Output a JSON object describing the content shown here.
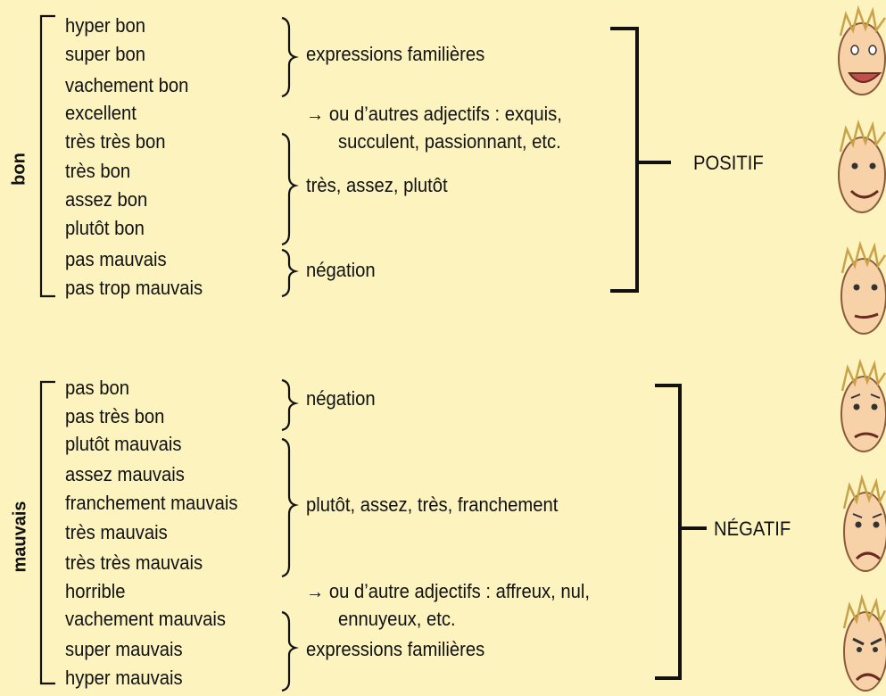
{
  "groups": {
    "bon": {
      "label": "bon",
      "items": [
        "hyper bon",
        "super bon",
        "vachement bon",
        "excellent",
        "très très bon",
        "très bon",
        "assez bon",
        "plutôt bon",
        "pas mauvais",
        "pas trop mauvais"
      ],
      "notes": {
        "familiar": "expressions familières",
        "arrow_line1": "→  ou d’autres adjectifs : exquis,",
        "arrow_line2": "succulent, passionnant, etc.",
        "adverbs": "très, assez, plutôt",
        "negation": "négation"
      },
      "result": "POSITIF"
    },
    "mauvais": {
      "label": "mauvais",
      "items": [
        "pas bon",
        "pas très bon",
        "plutôt mauvais",
        "assez mauvais",
        "franchement mauvais",
        "très mauvais",
        "très très mauvais",
        "horrible",
        "vachement mauvais",
        "super mauvais",
        "hyper mauvais"
      ],
      "notes": {
        "negation": "négation",
        "adverbs": "plutôt, assez, très, franchement",
        "arrow_line1": "→  ou d’autre adjectifs : affreux, nul,",
        "arrow_line2": "ennuyeux, etc.",
        "familiar": "expressions familières"
      },
      "result": "NÉGATIF"
    }
  },
  "faces": [
    "very-happy-face-icon",
    "smiling-face-icon",
    "neutral-face-icon",
    "worried-face-icon",
    "sad-face-icon",
    "angry-face-icon"
  ]
}
